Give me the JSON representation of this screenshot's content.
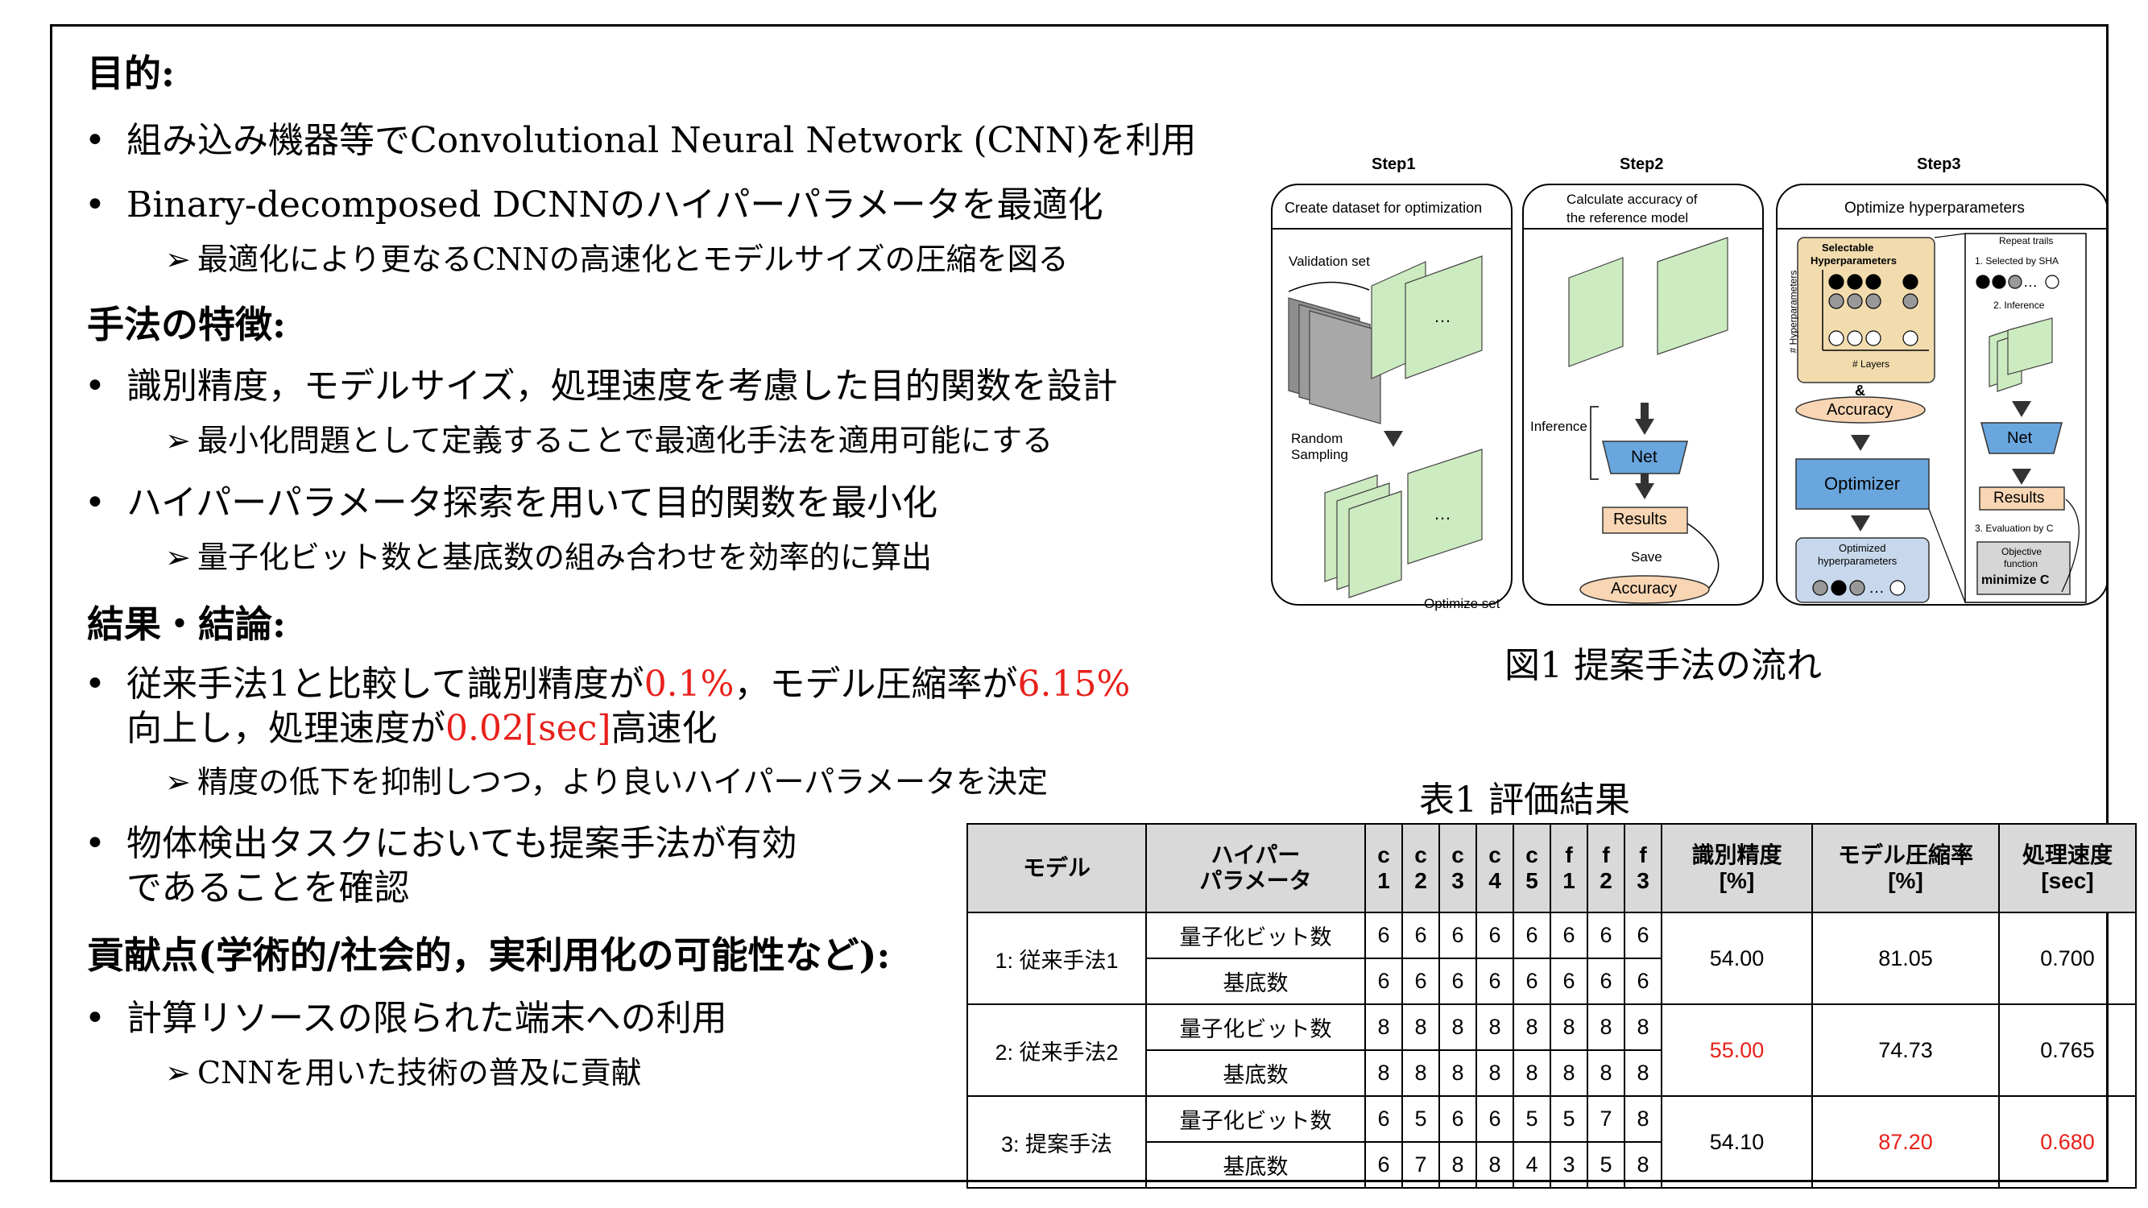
{
  "sections": [
    {
      "heading": "目的:",
      "bullets": [
        {
          "text": "組み込み機器等でConvolutional Neural Network (CNN)を利用"
        },
        {
          "text": "Binary-decomposed DCNNのハイパーパラメータを最適化",
          "sub": "最適化により更なるCNNの高速化とモデルサイズの圧縮を図る"
        }
      ]
    },
    {
      "heading": "手法の特徴:",
      "bullets": [
        {
          "text": "識別精度，モデルサイズ，処理速度を考慮した目的関数を設計",
          "sub": "最小化問題として定義することで最適化手法を適用可能にする"
        },
        {
          "text": "ハイパーパラメータ探索を用いて目的関数を最小化",
          "sub": "量子化ビット数と基底数の組み合わせを効率的に算出"
        }
      ]
    },
    {
      "heading": "結果・結論:",
      "result_line1": {
        "a": "従来手法1と比較して識別精度が",
        "b": "0.1%",
        "c": "，モデル圧縮率が",
        "d": "6.15%"
      },
      "result_line2": {
        "a": "向上し，処理速度が",
        "b": "0.02[sec]",
        "c": "高速化"
      },
      "result_sub": "精度の低下を抑制しつつ，より良いハイパーパラメータを決定",
      "bullet2_line1": "物体検出タスクにおいても提案手法が有効",
      "bullet2_line2": "であることを確認"
    },
    {
      "heading": "貢献点(学術的/社会的，実利用化の可能性など):",
      "bullets": [
        {
          "text": "計算リソースの限られた端末への利用",
          "sub": "CNNを用いた技術の普及に貢献"
        }
      ]
    }
  ],
  "bullet_char": "•",
  "arrow_char": "➢",
  "figure": {
    "caption": "図1 提案手法の流れ",
    "step1": {
      "title": "Step1",
      "header": "Create dataset for optimization",
      "validation": "Validation set",
      "random": "Random",
      "sampling": "Sampling",
      "optimize": "Optimize set",
      "ellipsis": "…"
    },
    "step2": {
      "title": "Step2",
      "header1": "Calculate accuracy of",
      "header2": "the reference model",
      "inference": "Inference",
      "net": "Net",
      "results": "Results",
      "save": "Save",
      "accuracy": "Accuracy"
    },
    "step3": {
      "title": "Step3",
      "header": "Optimize hyperparameters",
      "selectable1": "Selectable",
      "selectable2": "Hyperparameters",
      "hyper_axis": "# Hyperparameters",
      "layers": "# Layers",
      "amp": "&",
      "accuracy": "Accuracy",
      "optimizer": "Optimizer",
      "optimized1": "Optimized",
      "optimized2": "hyperparameters",
      "repeat": "Repeat trails",
      "sha": "1. Selected by SHA",
      "inference": "2. Inference",
      "net": "Net",
      "results": "Results",
      "evaluation": "3. Evaluation by C",
      "objective1": "Objective",
      "objective2": "function",
      "minimize": "minimize C"
    }
  },
  "table": {
    "caption": "表1 評価結果",
    "headers": {
      "model": "モデル",
      "hyper1": "ハイパー",
      "hyper2": "パラメータ",
      "cols": [
        [
          "c",
          "1"
        ],
        [
          "c",
          "2"
        ],
        [
          "c",
          "3"
        ],
        [
          "c",
          "4"
        ],
        [
          "c",
          "5"
        ],
        [
          "f",
          "1"
        ],
        [
          "f",
          "2"
        ],
        [
          "f",
          "3"
        ]
      ],
      "acc1": "識別精度",
      "acc2": "[%]",
      "comp1": "モデル圧縮率",
      "comp2": "[%]",
      "speed1": "処理速度",
      "speed2": "[sec]"
    },
    "rows": [
      {
        "model": "1: 従来手法1",
        "q_label": "量子化ビット数",
        "q": [
          "6",
          "6",
          "6",
          "6",
          "6",
          "6",
          "6",
          "6"
        ],
        "b_label": "基底数",
        "b": [
          "6",
          "6",
          "6",
          "6",
          "6",
          "6",
          "6",
          "6"
        ],
        "acc": "54.00",
        "comp": "81.05",
        "speed": "0.700"
      },
      {
        "model": "2: 従来手法2",
        "q_label": "量子化ビット数",
        "q": [
          "8",
          "8",
          "8",
          "8",
          "8",
          "8",
          "8",
          "8"
        ],
        "b_label": "基底数",
        "b": [
          "8",
          "8",
          "8",
          "8",
          "8",
          "8",
          "8",
          "8"
        ],
        "acc": "55.00",
        "comp": "74.73",
        "speed": "0.765"
      },
      {
        "model": "3: 提案手法",
        "q_label": "量子化ビット数",
        "q": [
          "6",
          "5",
          "6",
          "6",
          "5",
          "5",
          "7",
          "8"
        ],
        "b_label": "基底数",
        "b": [
          "6",
          "7",
          "8",
          "8",
          "4",
          "3",
          "5",
          "8"
        ],
        "acc": "54.10",
        "comp": "87.20",
        "speed": "0.680"
      }
    ],
    "highlight_color": "#e8201b"
  }
}
